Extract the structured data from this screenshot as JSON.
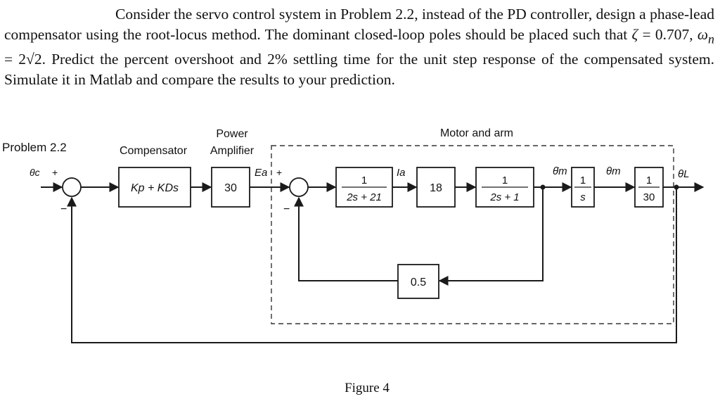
{
  "problem": {
    "text_before_zeta": "Consider the servo control system in Problem 2.2, instead of the PD controller, design a phase-lead compensator using the root-locus method. The dominant closed-loop poles should be placed such that ",
    "zeta_symbol": "ζ",
    "zeta_value": " = 0.707, ",
    "omega_symbol": "ω",
    "omega_sub": "n",
    "omega_value": " = 2√2",
    "text_after": ". Predict the percent overshoot and 2% settling time for the unit step response of the compensated system. Simulate it in Matlab and compare the results to your prediction."
  },
  "problem_label": "Problem 2.2",
  "figure_caption": "Figure 4",
  "diagram": {
    "header_power": "Power",
    "header_compensator": "Compensator",
    "header_amplifier": "Amplifier",
    "header_motor": "Motor and arm",
    "input_signal": "θc",
    "sum1_plus": "+",
    "sum1_minus": "−",
    "sum2_plus": "+",
    "sum2_minus": "−",
    "ea_label": "Ea",
    "ia_label": "Ia",
    "omega_label": "θ̇m",
    "theta_m_label": "θm",
    "output_label": "θL",
    "blocks": {
      "compensator": "Kp + KDs",
      "amplifier": "30",
      "armature_num": "1",
      "armature_den": "2s + 21",
      "torque": "18",
      "mech_num": "1",
      "mech_den": "2s + 1",
      "integrator_num": "1",
      "integrator_den": "s",
      "gear_num": "1",
      "gear_den": "30",
      "feedback": "0.5"
    }
  }
}
